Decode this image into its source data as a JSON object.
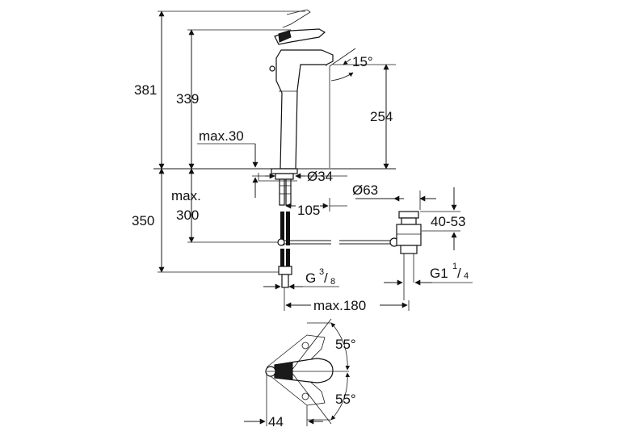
{
  "dimensions": {
    "total_height": "381",
    "spout_height": "339",
    "outlet_height": "254",
    "max_worktop": "max.30",
    "hole_diameter": "Ø34",
    "base_diameter": "Ø63",
    "spout_reach": "105",
    "below_max": "max.",
    "below_300": "300",
    "below_total": "350",
    "waste_range": "40-53",
    "supply_thread_main": "G",
    "supply_thread_num": "3",
    "supply_thread_den": "8",
    "waste_thread_main": "G1",
    "waste_thread_num": "1",
    "waste_thread_den": "4",
    "max_width": "max.180",
    "angle_spout": "15°",
    "angle_top": "55°",
    "angle_bottom": "55°",
    "lever_offset": "44"
  }
}
